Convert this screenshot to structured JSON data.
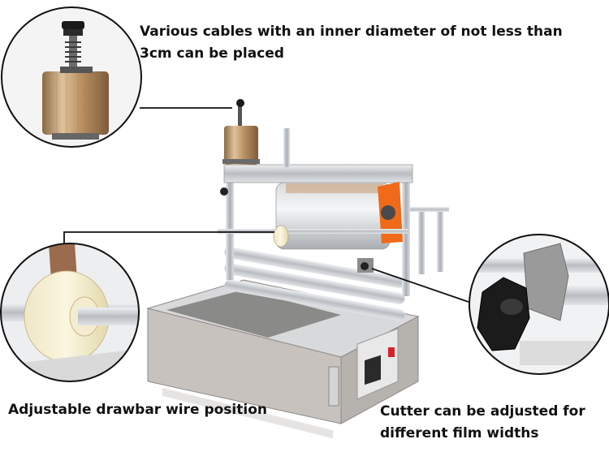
{
  "captions": {
    "cable_holder": "Various cables with an inner diameter of not less than\n 3cm can be placed",
    "drawbar": "Adjustable drawbar wire position",
    "cutter": "Cutter can be adjusted for\n different film widths"
  },
  "colors": {
    "callout_line": "#111111",
    "circle_border": "#111111",
    "stainless": "#c9ccd0",
    "roller_orange": "#f06a1a",
    "copper_spool": "#c8a271",
    "power_switch": "#d8202a"
  }
}
